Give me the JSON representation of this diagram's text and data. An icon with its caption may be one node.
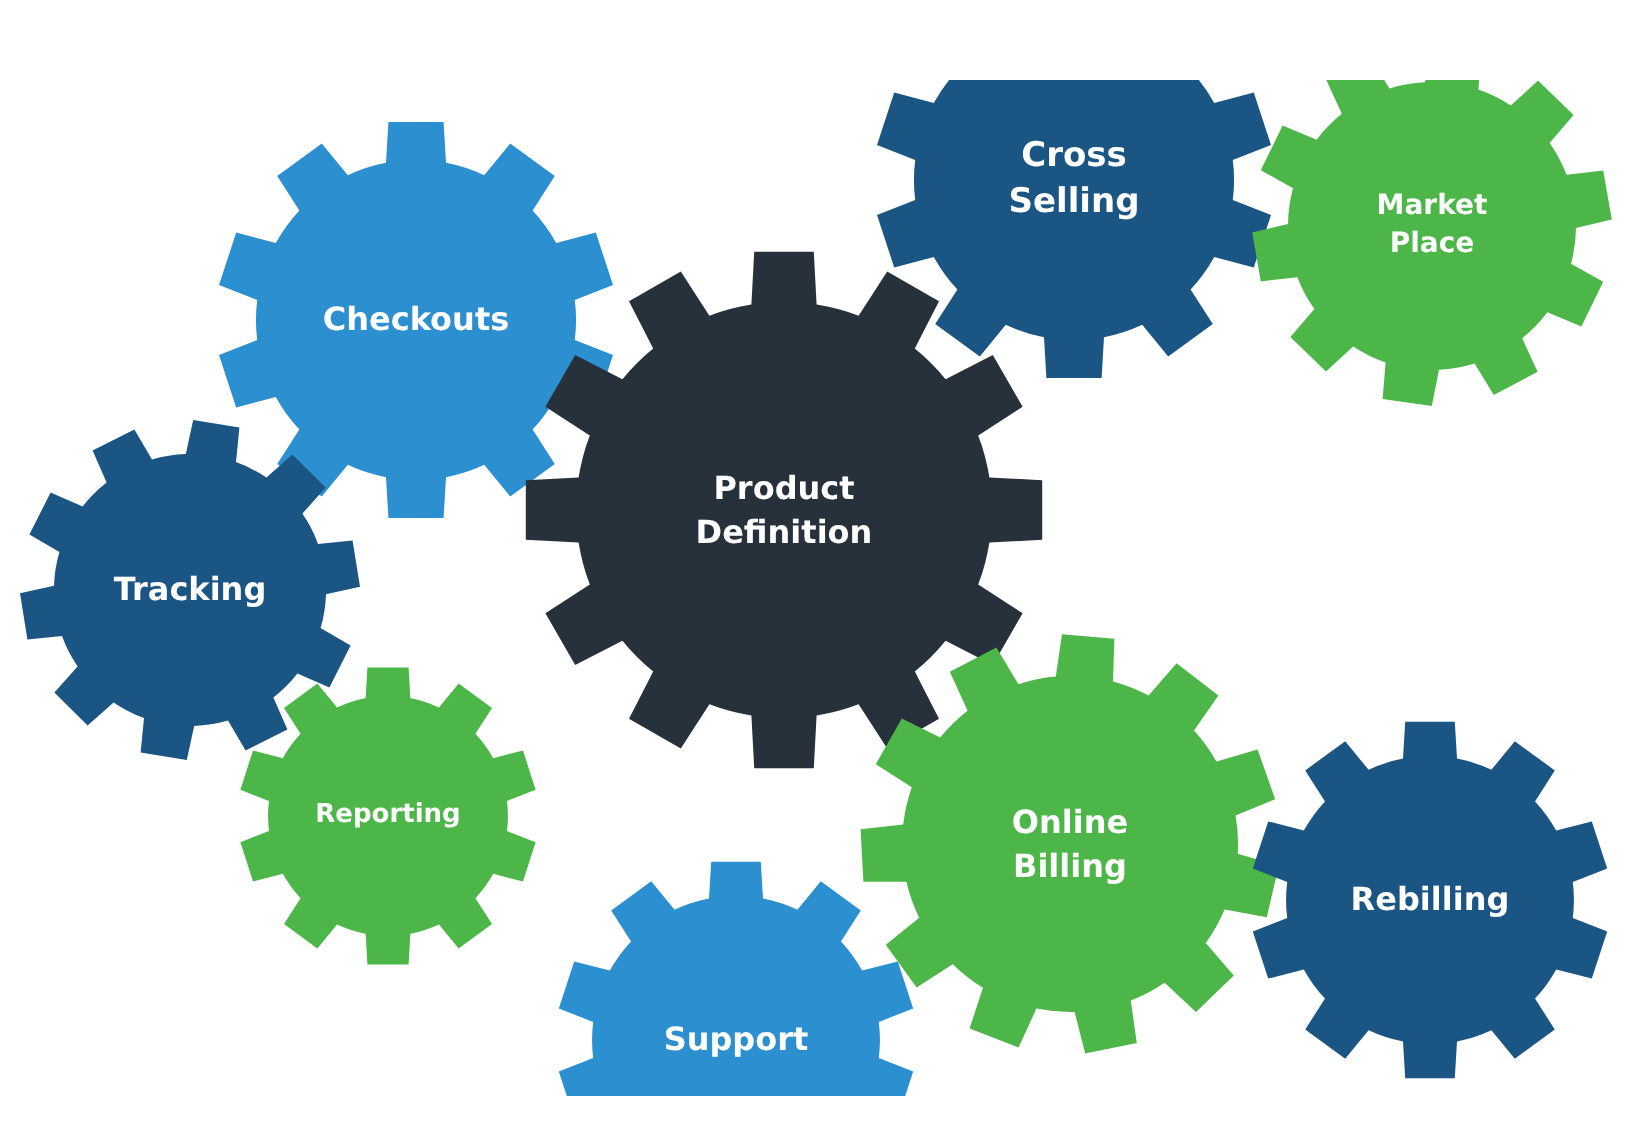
{
  "diagram": {
    "nodes": [
      {
        "text": [
          "Cross Selling"
        ]
      },
      {
        "text": [
          "Market Place"
        ]
      },
      {
        "text": [
          "Checkouts"
        ]
      },
      {
        "text": [
          "Product Definition"
        ]
      },
      {
        "text": [
          "Tracking"
        ]
      },
      {
        "text": [
          "Reporting"
        ]
      },
      {
        "text": [
          "Online Billing"
        ]
      },
      {
        "text": [
          "Rebilling"
        ]
      },
      {
        "text": [
          "Support"
        ]
      }
    ]
  }
}
